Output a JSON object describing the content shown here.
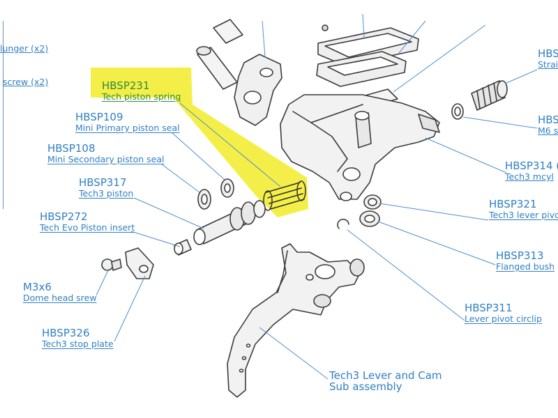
{
  "highlight_color": "#f3ee3e",
  "label_color": "#2f7fc4",
  "highlight_label_color": "#2e8a3a",
  "callouts": {
    "hbsp231": {
      "code": "HBSP231",
      "desc": "Tech piston spring"
    },
    "hbsp109": {
      "code": "HBSP109",
      "desc": "Mini Primary piston seal"
    },
    "hbsp108": {
      "code": "HBSP108",
      "desc": "Mini Secondary piston seal"
    },
    "hbsp317": {
      "code": "HBSP317",
      "desc": "Tech3 piston"
    },
    "hbsp272": {
      "code": "HBSP272",
      "desc": "Tech Evo Piston insert"
    },
    "m3x6": {
      "code": "M3x6",
      "desc": "Dome head srew"
    },
    "hbsp326": {
      "code": "HBSP326",
      "desc": "Tech3 stop plate"
    },
    "hbsp321": {
      "code": "HBSP321",
      "desc": "Tech3 lever pivot"
    },
    "hbsp313": {
      "code": "HBSP313",
      "desc": "Flanged bush"
    },
    "hbsp311": {
      "code": "HBSP311",
      "desc": "Lever pivot circlip"
    },
    "lever": {
      "code": "Tech3 Lever and Cam",
      "desc": "Sub assembly"
    }
  },
  "edge_labels": {
    "plunger": "lunger (x2)",
    "screw": "screw (x2)",
    "right_top_code": "HBS",
    "right_top_desc": "Straig",
    "right_mid_code": "HBS",
    "right_mid_desc": "M6 s",
    "hbsp314_code": "HBSP314 (",
    "hbsp314_desc": "Tech3 mcyl"
  }
}
